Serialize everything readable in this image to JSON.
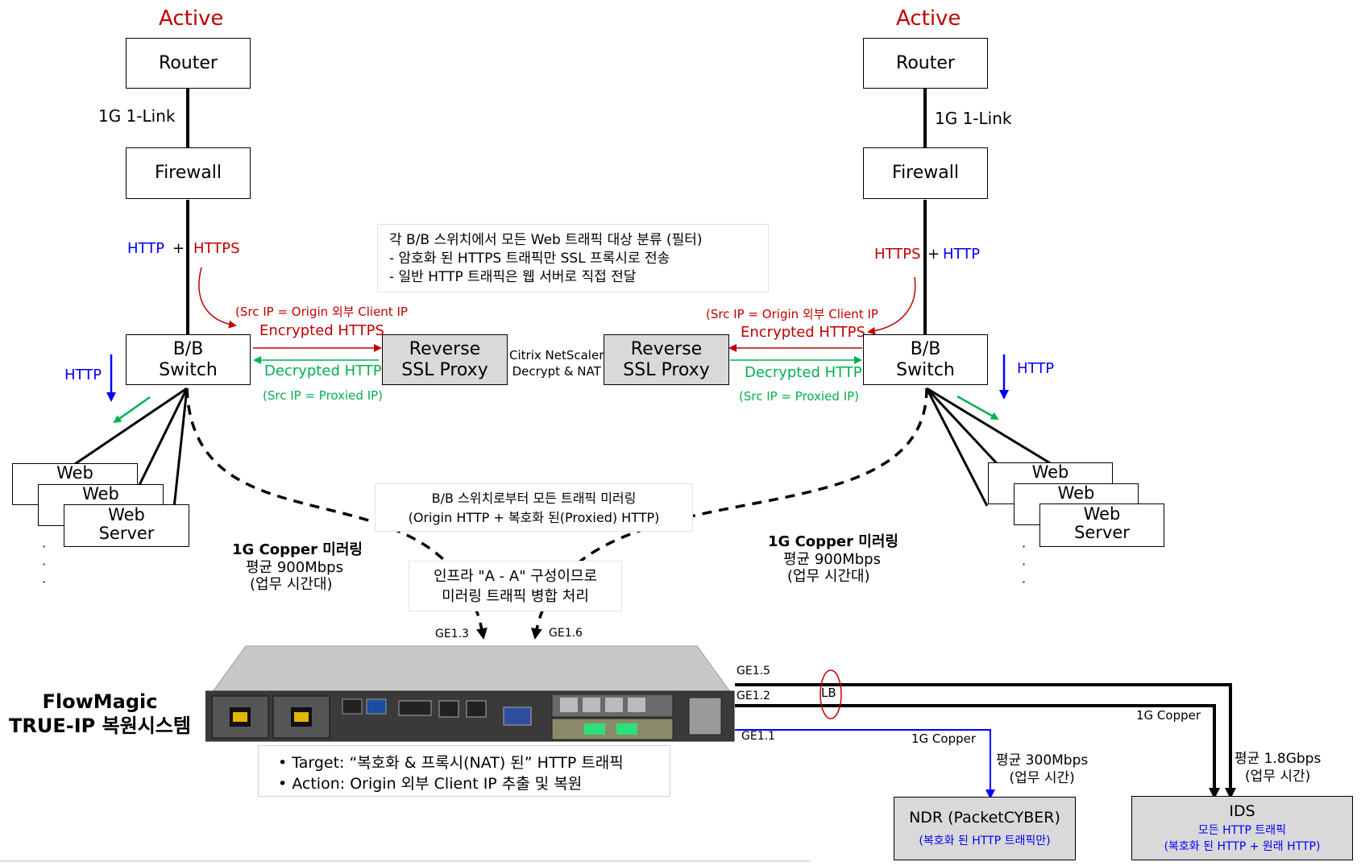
{
  "left": {
    "active": "Active",
    "router": "Router",
    "link": "1G 1-Link",
    "firewall": "Firewall",
    "http": "HTTP",
    "plus": "+",
    "https": "HTTPS",
    "src_origin": "(Src IP = Origin 외부 Client IP",
    "encrypted": "Encrypted HTTPS",
    "decrypted": "Decrypted HTTP",
    "src_proxied": "(Src IP = Proxied IP)",
    "switch_l1": "B/B",
    "switch_l2": "Switch",
    "proxy_l1": "Reverse",
    "proxy_l2": "SSL Proxy",
    "http_down": "HTTP",
    "web1": "Web",
    "web2": "Web",
    "web3_l1": "Web",
    "web3_l2": "Server",
    "mirror_title": "1G Copper 미러링",
    "mirror_avg": "평균 900Mbps",
    "mirror_time": "(업무 시간대)"
  },
  "right": {
    "active": "Active",
    "router": "Router",
    "link": "1G 1-Link",
    "firewall": "Firewall",
    "https": "HTTPS",
    "plus": "+",
    "http": "HTTP",
    "src_origin": "(Src IP = Origin 외부 Client IP",
    "encrypted": "Encrypted HTTPS",
    "decrypted": "Decrypted HTTP",
    "src_proxied": "(Src IP = Proxied IP)",
    "switch_l1": "B/B",
    "switch_l2": "Switch",
    "proxy_l1": "Reverse",
    "proxy_l2": "SSL Proxy",
    "http_down": "HTTP",
    "web1": "Web",
    "web2": "Web",
    "web3_l1": "Web",
    "web3_l2": "Server",
    "mirror_title": "1G Copper 미러링",
    "mirror_avg": "평균 900Mbps",
    "mirror_time": "(업무 시간대)"
  },
  "center": {
    "citrix_l1": "Citrix NetScaler",
    "citrix_l2": "Decrypt & NAT",
    "filter_note": [
      "각 B/B 스위치에서 모든 Web 트래픽 대상 분류 (필터)",
      " - 암호화 된 HTTPS 트래픽만 SSL 프록시로 전송",
      " - 일반 HTTP 트래픽은 웹 서버로 직접 전달"
    ],
    "mirror_note": [
      "B/B 스위치로부터 모든 트래픽 미러링",
      "(Origin HTTP + 복호화 된(Proxied) HTTP)"
    ],
    "aa_note": [
      "인프라 \"A - A\" 구성이므로",
      "미러링 트래픽 병합 처리"
    ],
    "ge13": "GE1.3",
    "ge16": "GE1.6"
  },
  "flowmagic": {
    "title_l1": "FlowMagic",
    "title_l2": "TRUE-IP 복원시스템",
    "target": "• Target: “복호화 & 프록시(NAT) 된” HTTP 트래픽",
    "action": "• Action: Origin 외부 Client IP 추출 및 복원",
    "ge15": "GE1.5",
    "ge12": "GE1.2",
    "ge11": "GE1.1",
    "lb": "LB"
  },
  "outputs": {
    "copper_ndr": "1G Copper",
    "copper_ids": "1G Copper",
    "ndr_avg": "평균 300Mbps",
    "ndr_time": "(업무 시간)",
    "ids_avg": "평균 1.8Gbps",
    "ids_time": "(업무 시간)",
    "ndr_title": "NDR (PacketCYBER)",
    "ndr_sub": "(복호화 된 HTTP 트래픽만)",
    "ids_title": "IDS",
    "ids_sub1": "모든 HTTP 트래픽",
    "ids_sub2": "(복호화 된 HTTP + 원래 HTTP)"
  },
  "colors": {
    "red": "#c00000",
    "blue": "#0000ff",
    "green": "#00b050",
    "gray_box": "#d9d9d9"
  }
}
